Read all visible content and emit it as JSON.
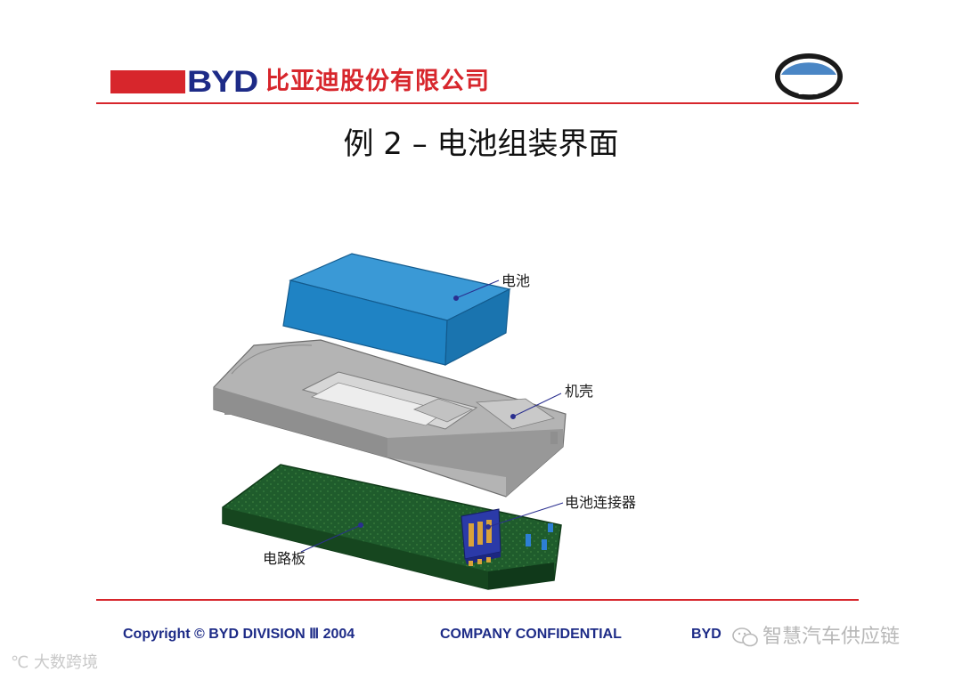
{
  "header": {
    "brand_mark": "BYD",
    "company_name": "比亚迪股份有限公司",
    "logo_text": "B Y D"
  },
  "slide": {
    "title": "例 2 – 电池组装界面"
  },
  "diagram": {
    "labels": {
      "battery": "电池",
      "shell": "机壳",
      "connector": "电池连接器",
      "board": "电路板"
    }
  },
  "footer": {
    "copyright": "Copyright © BYD  DIVISION Ⅲ 2004",
    "confidential": "COMPANY CONFIDENTIAL",
    "right": "BYD"
  },
  "watermarks": {
    "left": "大数跨境",
    "right": "智慧汽车供应链"
  },
  "colors": {
    "brand_red": "#d7262c",
    "brand_blue": "#1d2b87",
    "battery_blue": "#1f83c4",
    "shell_gray": "#a9a9a9",
    "board_green": "#1d5a2a"
  }
}
